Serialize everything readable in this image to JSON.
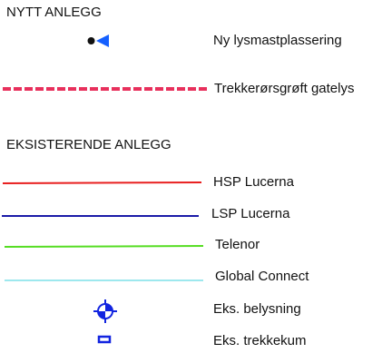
{
  "new_section": {
    "heading": "NYTT ANLEGG",
    "items": [
      {
        "label": "Ny lysmastplassering",
        "symbol": "mast-direction-icon",
        "color": "#1560ff"
      },
      {
        "label": "Trekkerørsgrøft gatelys",
        "symbol": "dashed-trench-line",
        "color": "#e8305c"
      }
    ]
  },
  "existing_section": {
    "heading": "EKSISTERENDE ANLEGG",
    "items": [
      {
        "label": "HSP Lucerna",
        "symbol": "solid-line",
        "color": "#e81f1f"
      },
      {
        "label": "LSP Lucerna",
        "symbol": "solid-line",
        "color": "#1a1aa8"
      },
      {
        "label": "Telenor",
        "symbol": "solid-line",
        "color": "#55dd22"
      },
      {
        "label": "Global Connect",
        "symbol": "solid-line",
        "color": "#9de8ee"
      },
      {
        "label": "Eks. belysning",
        "symbol": "light-pole-icon",
        "color": "#1224e0"
      },
      {
        "label": "Eks. trekkekum",
        "symbol": "drawpit-icon",
        "color": "#1224e0"
      }
    ]
  }
}
